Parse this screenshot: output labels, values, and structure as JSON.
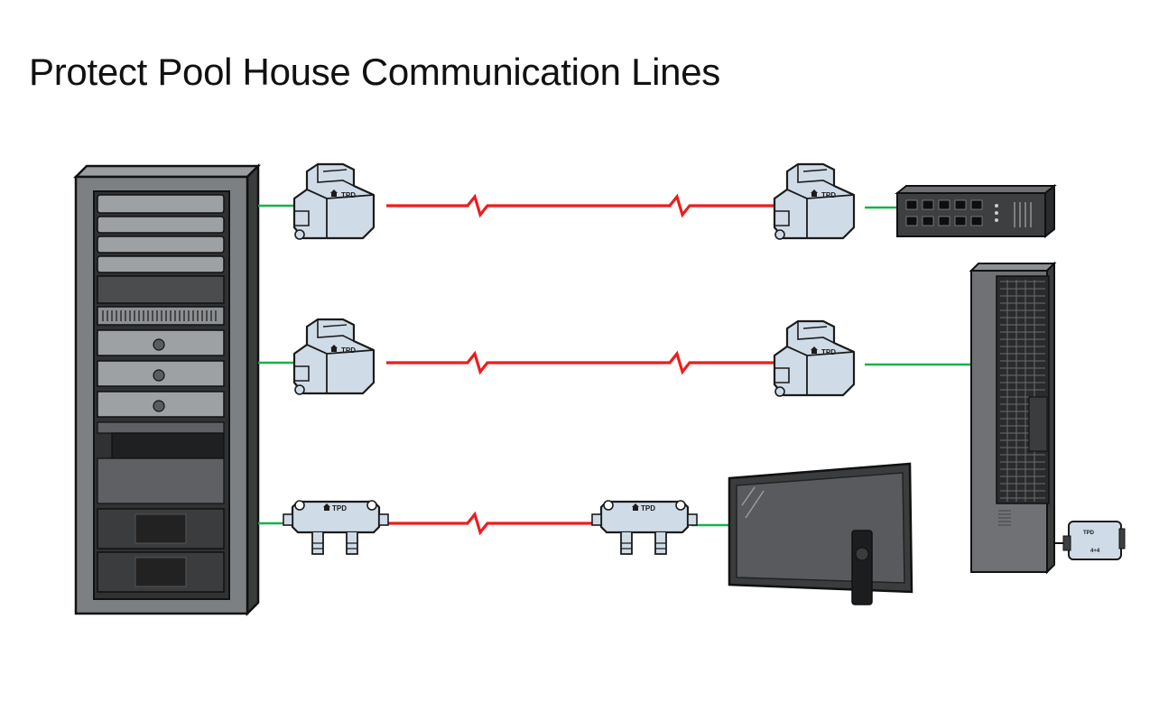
{
  "title": "Protect Pool House Communication Lines",
  "devices": {
    "tpd_label": "TPD",
    "device_label": "TPD",
    "device_label_secondary": "4+4"
  },
  "colors": {
    "protected_line": "#16b24a",
    "exposed_line": "#ee1c1c",
    "tpd_body": "#cfdbe6",
    "equipment_dark": "#3d3f41",
    "equipment_mid": "#6f7174"
  }
}
